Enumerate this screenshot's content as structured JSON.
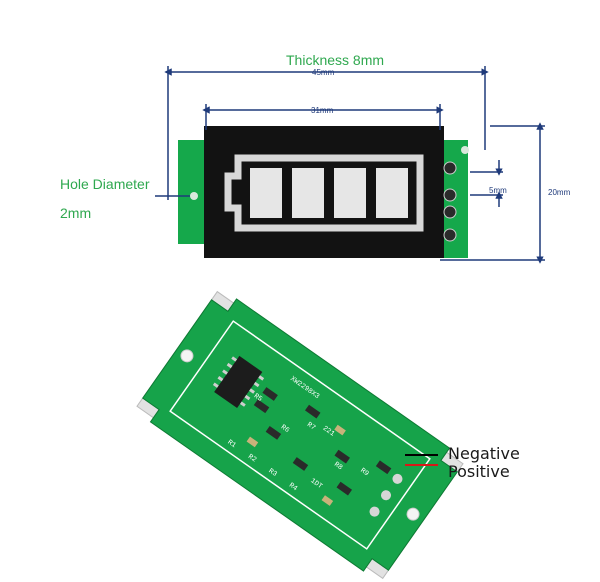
{
  "labels": {
    "thickness": "Thickness 8mm",
    "hole_diameter": "Hole Diameter",
    "hole_size": "2mm",
    "negative": "Negative",
    "positive": "Positive"
  },
  "dimensions": {
    "overall_width": "45mm",
    "display_width": "31mm",
    "height": "20mm",
    "pin_pitch": "5mm"
  },
  "battery_display": {
    "bar_count": 4
  },
  "pcb_markings": {
    "ic_label": "XW2298X3",
    "resistors": [
      "R1",
      "R2",
      "R3",
      "R4",
      "R5",
      "R6",
      "R7",
      "R8",
      "R9"
    ],
    "codes": [
      "221",
      "1DT"
    ]
  },
  "colors": {
    "pcb_green": "#15a84b",
    "label_green": "#2fa84f",
    "dimension_blue": "#1f3a7a",
    "display_black": "#111111",
    "negative_wire": "#000000",
    "positive_wire": "#d81818"
  }
}
